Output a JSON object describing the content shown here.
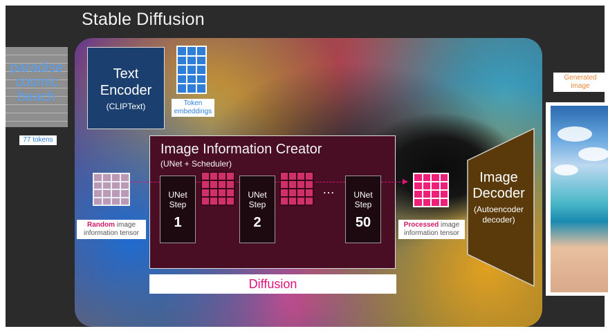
{
  "header": {
    "title": "Stable Diffusion"
  },
  "prompt": {
    "text": "paradise cosmic beach",
    "lines": [
      "paradise",
      "cosmic",
      "beach"
    ],
    "tokens_label": "77 tokens"
  },
  "text_encoder": {
    "title": "Text Encoder",
    "subtitle": "(CLIPText)"
  },
  "token_embeddings": {
    "label": "Token embeddings",
    "lines": [
      "Token",
      "embeddings"
    ]
  },
  "image_info_creator": {
    "title": "Image Information Creator",
    "subtitle": "(UNet + Scheduler)",
    "steps": [
      {
        "label": "UNet Step",
        "number": "1"
      },
      {
        "label": "UNet Step",
        "number": "2"
      },
      {
        "label": "UNet Step",
        "number": "50"
      }
    ],
    "ellipsis": "…"
  },
  "random_tensor": {
    "bold": "Random",
    "rest": " image",
    "line2": "information tensor"
  },
  "processed_tensor": {
    "bold": "Processed",
    "rest": " image",
    "line2": "information tensor"
  },
  "diffusion_label": "Diffusion",
  "image_decoder": {
    "title": "Image Decoder",
    "subtitle": "(Autoencoder decoder)"
  },
  "generated_image": {
    "label": "Generated image",
    "lines": [
      "Generated",
      "image"
    ]
  },
  "colors": {
    "background": "#2b2b2b",
    "encoder": "#1b3f6e",
    "creator": "#4a0e24",
    "decoder": "#5a3a0a",
    "accent_pink": "#e0147a",
    "accent_orange": "#e8863a",
    "token_blue": "#2f7fd8"
  }
}
